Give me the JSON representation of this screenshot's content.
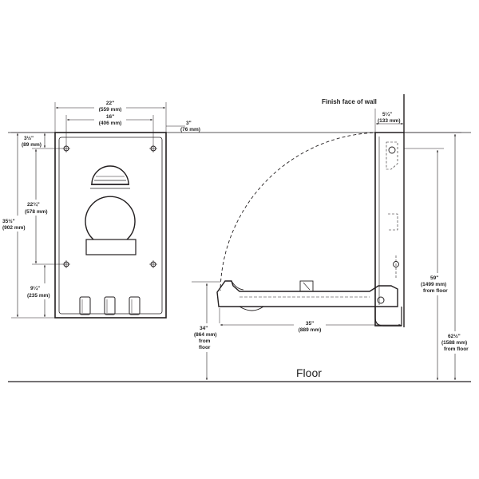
{
  "labels": {
    "finish_face_of_wall": "Finish face of wall",
    "floor": "Floor"
  },
  "front_view": {
    "width_outer": {
      "imp": "22\"",
      "met": "(559 mm)"
    },
    "width_inner": {
      "imp": "16\"",
      "met": "(406 mm)"
    },
    "wall_offset": {
      "imp": "3\"",
      "met": "(76 mm)"
    },
    "top_offset": {
      "imp": "3½\"",
      "met": "(89 mm)"
    },
    "total_height": {
      "imp": "35½\"",
      "met": "(902 mm)"
    },
    "hole_span": {
      "imp": "22¾\"",
      "met": "(578 mm)"
    },
    "bottom_offset": {
      "imp": "9¼\"",
      "met": "(235 mm)"
    }
  },
  "side_view": {
    "depth_closed": {
      "imp": "5¼\"",
      "met": "(133 mm)"
    },
    "depth_open": {
      "imp": "35\"",
      "met": "(889 mm)"
    },
    "deck_height": {
      "imp": "34\"",
      "met": "(864 mm)",
      "l3": "from",
      "l4": "floor"
    },
    "hinge_height": {
      "imp": "59\"",
      "met": "(1499 mm)",
      "l3": "from floor"
    },
    "top_height": {
      "imp": "62½\"",
      "met": "(1588 mm)",
      "l3": "from floor"
    }
  },
  "colors": {
    "line": "#231f20",
    "background": "#ffffff"
  }
}
